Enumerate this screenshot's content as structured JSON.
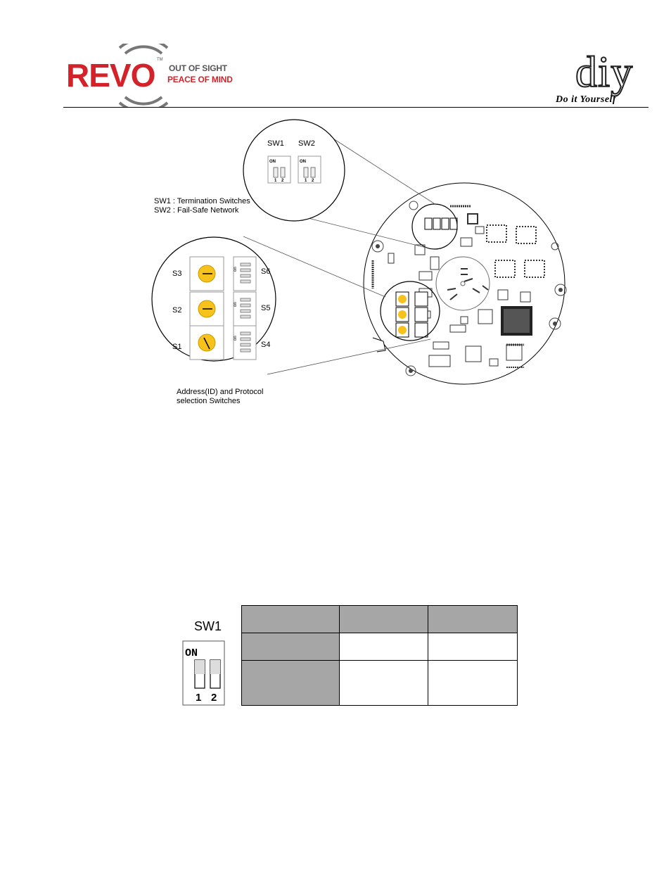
{
  "header": {
    "brand": "REVO",
    "brand_mark": "TM",
    "tagline_line1": "OUT OF SIGHT",
    "tagline_line2": "PEACE OF MIND",
    "diy_logo": "diy",
    "diy_tagline": "Do it Yourself",
    "colors": {
      "revo_red": "#d2232a",
      "tagline_gray": "#555555"
    }
  },
  "diagram": {
    "top_zoom": {
      "sw1_label": "SW1",
      "sw2_label": "SW2",
      "on_text": "ON",
      "pos1": "1",
      "pos2": "2"
    },
    "caption_sw1": "SW1 : Termination Switches",
    "caption_sw2": "SW2 : Fail-Safe Network",
    "rotary_labels": [
      "S3",
      "S2",
      "S1"
    ],
    "dip_labels": [
      "S6",
      "S5",
      "S4"
    ],
    "dip_on_text": "on",
    "caption_address_line1": "Address(ID) and Protocol",
    "caption_address_line2": "selection Switches",
    "rotary_color": "#f7c21b"
  },
  "switch_table": {
    "figure_title": "SW1",
    "figure_on": "ON",
    "figure_pos1": "1",
    "figure_pos2": "2",
    "cell_gray": "#a6a6a6"
  }
}
